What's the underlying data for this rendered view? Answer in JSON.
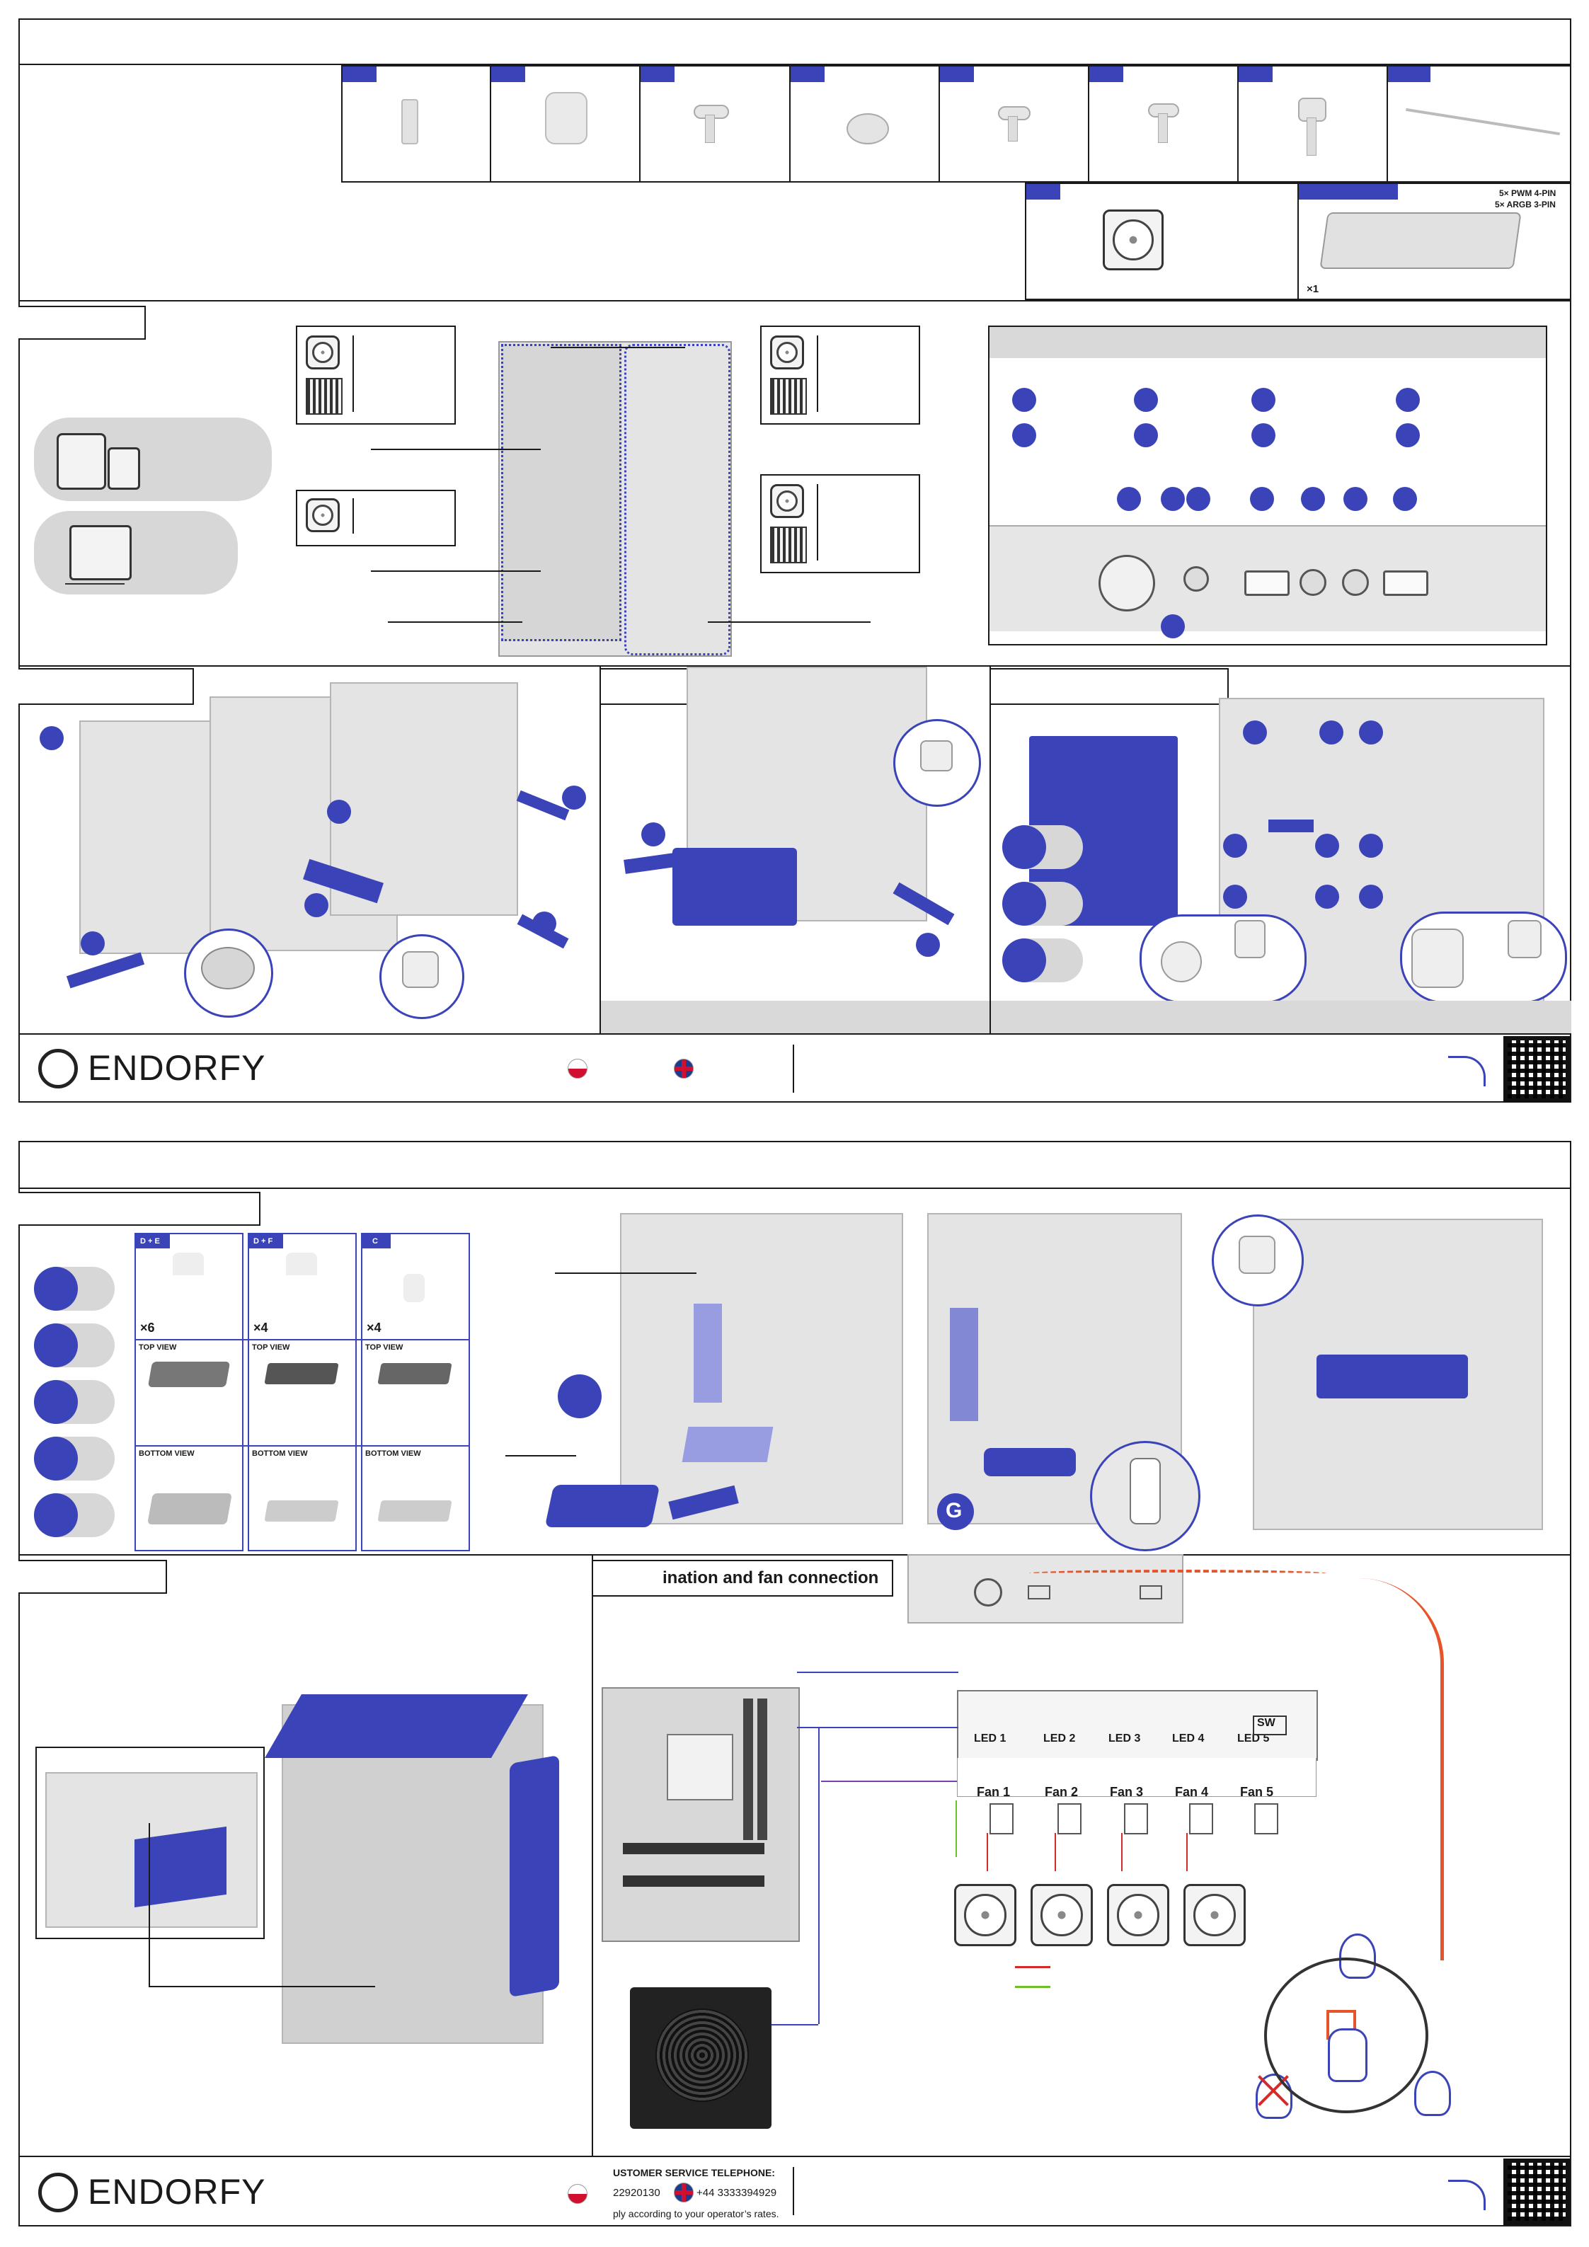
{
  "accessories": {
    "psu_header": {
      "line1": "5× PWM 4-PIN",
      "line2": "5× ARGB 3-PIN"
    },
    "hub_qty": "×1"
  },
  "mounting": {
    "cols": [
      {
        "tag": "D + E",
        "qty": "×6",
        "top": "TOP VIEW",
        "bottom": "BOTTOM VIEW"
      },
      {
        "tag": "D + F",
        "qty": "×4",
        "top": "TOP VIEW",
        "bottom": "BOTTOM VIEW"
      },
      {
        "tag": "C",
        "qty": "×4",
        "top": "TOP VIEW",
        "bottom": "BOTTOM VIEW"
      }
    ],
    "g_label": "G"
  },
  "hub": {
    "section_title": "ination and fan connection",
    "led_labels": [
      "LED 1",
      "LED 2",
      "LED 3",
      "LED 4",
      "LED 5"
    ],
    "fan_labels": [
      "Fan 1",
      "Fan 2",
      "Fan 3",
      "Fan 4",
      "Fan 5"
    ],
    "sw": "SW"
  },
  "footer1": {
    "brand": "ENDORFY"
  },
  "footer2": {
    "brand": "ENDORFY",
    "service_title": "USTOMER SERVICE TELEPHONE:",
    "pl_phone": "22920130",
    "uk_phone": "+44 3333394929",
    "rates": "ply according to your operator’s rates."
  },
  "colors": {
    "accent": "#3a43b8",
    "wire_orange": "#e8542a"
  }
}
